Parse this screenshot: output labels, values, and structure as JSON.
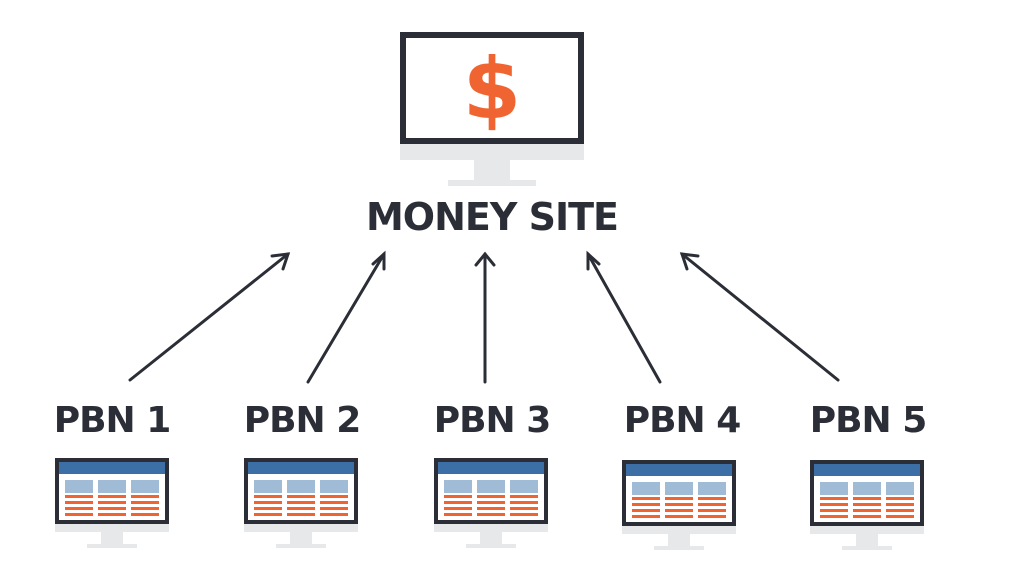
{
  "money_site": {
    "label": "MONEY SITE",
    "icon_symbol": "$",
    "icon": "monitor-dollar-icon"
  },
  "pbns": [
    {
      "label": "PBN 1",
      "icon": "website-monitor-icon"
    },
    {
      "label": "PBN 2",
      "icon": "website-monitor-icon"
    },
    {
      "label": "PBN 3",
      "icon": "website-monitor-icon"
    },
    {
      "label": "PBN 4",
      "icon": "website-monitor-icon"
    },
    {
      "label": "PBN 5",
      "icon": "website-monitor-icon"
    }
  ],
  "colors": {
    "text": "#2b2e36",
    "accent": "#ef6431",
    "header_blue": "#3b6fa6",
    "block_blue": "#9fbbd6",
    "stand_gray": "#e6e8ea"
  }
}
